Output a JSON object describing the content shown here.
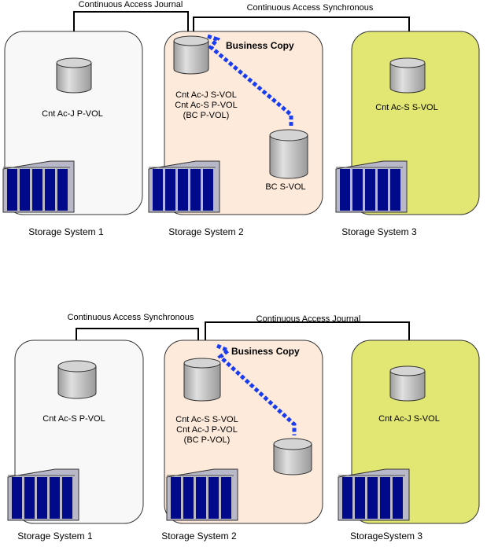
{
  "colors": {
    "system1_fill": "#f8f8f8",
    "system2_fill": "#fdeadb",
    "system3_fill": "#e2e672",
    "outline": "#333333",
    "cylinder_fill": "#c9c9c9",
    "rack_blue": "#000a8a",
    "rack_gray": "#b8b8c8",
    "bc_dash": "#1a3cf0",
    "link_line": "#000000"
  },
  "diagrams": [
    {
      "links": {
        "left_label": "Continuous Access Journal",
        "right_label": "Continuous Access Synchronous",
        "bc_label": "Business Copy"
      },
      "systems": [
        {
          "label": "Storage System 1",
          "volume_lines": [
            "Cnt Ac-J P-VOL"
          ]
        },
        {
          "label": "Storage System 2",
          "volume_lines": [
            "Cnt Ac-J S-VOL",
            "Cnt Ac-S P-VOL",
            "(BC P-VOL)"
          ],
          "bc_volume_label": "BC S-VOL"
        },
        {
          "label": "Storage System 3",
          "volume_lines": [
            "Cnt Ac-S S-VOL"
          ]
        }
      ]
    },
    {
      "links": {
        "left_label": "Continuous Access Synchronous",
        "right_label": "Continuous Access Journal",
        "bc_label": "Business Copy"
      },
      "systems": [
        {
          "label": "Storage System 1",
          "volume_lines": [
            "Cnt Ac-S P-VOL"
          ]
        },
        {
          "label": "Storage System 2",
          "volume_lines": [
            "Cnt Ac-S S-VOL",
            "Cnt Ac-J P-VOL",
            "(BC P-VOL)"
          ],
          "bc_volume_label": ""
        },
        {
          "label": "StorageSystem 3",
          "volume_lines": [
            "Cnt Ac-J S-VOL"
          ]
        }
      ]
    }
  ]
}
